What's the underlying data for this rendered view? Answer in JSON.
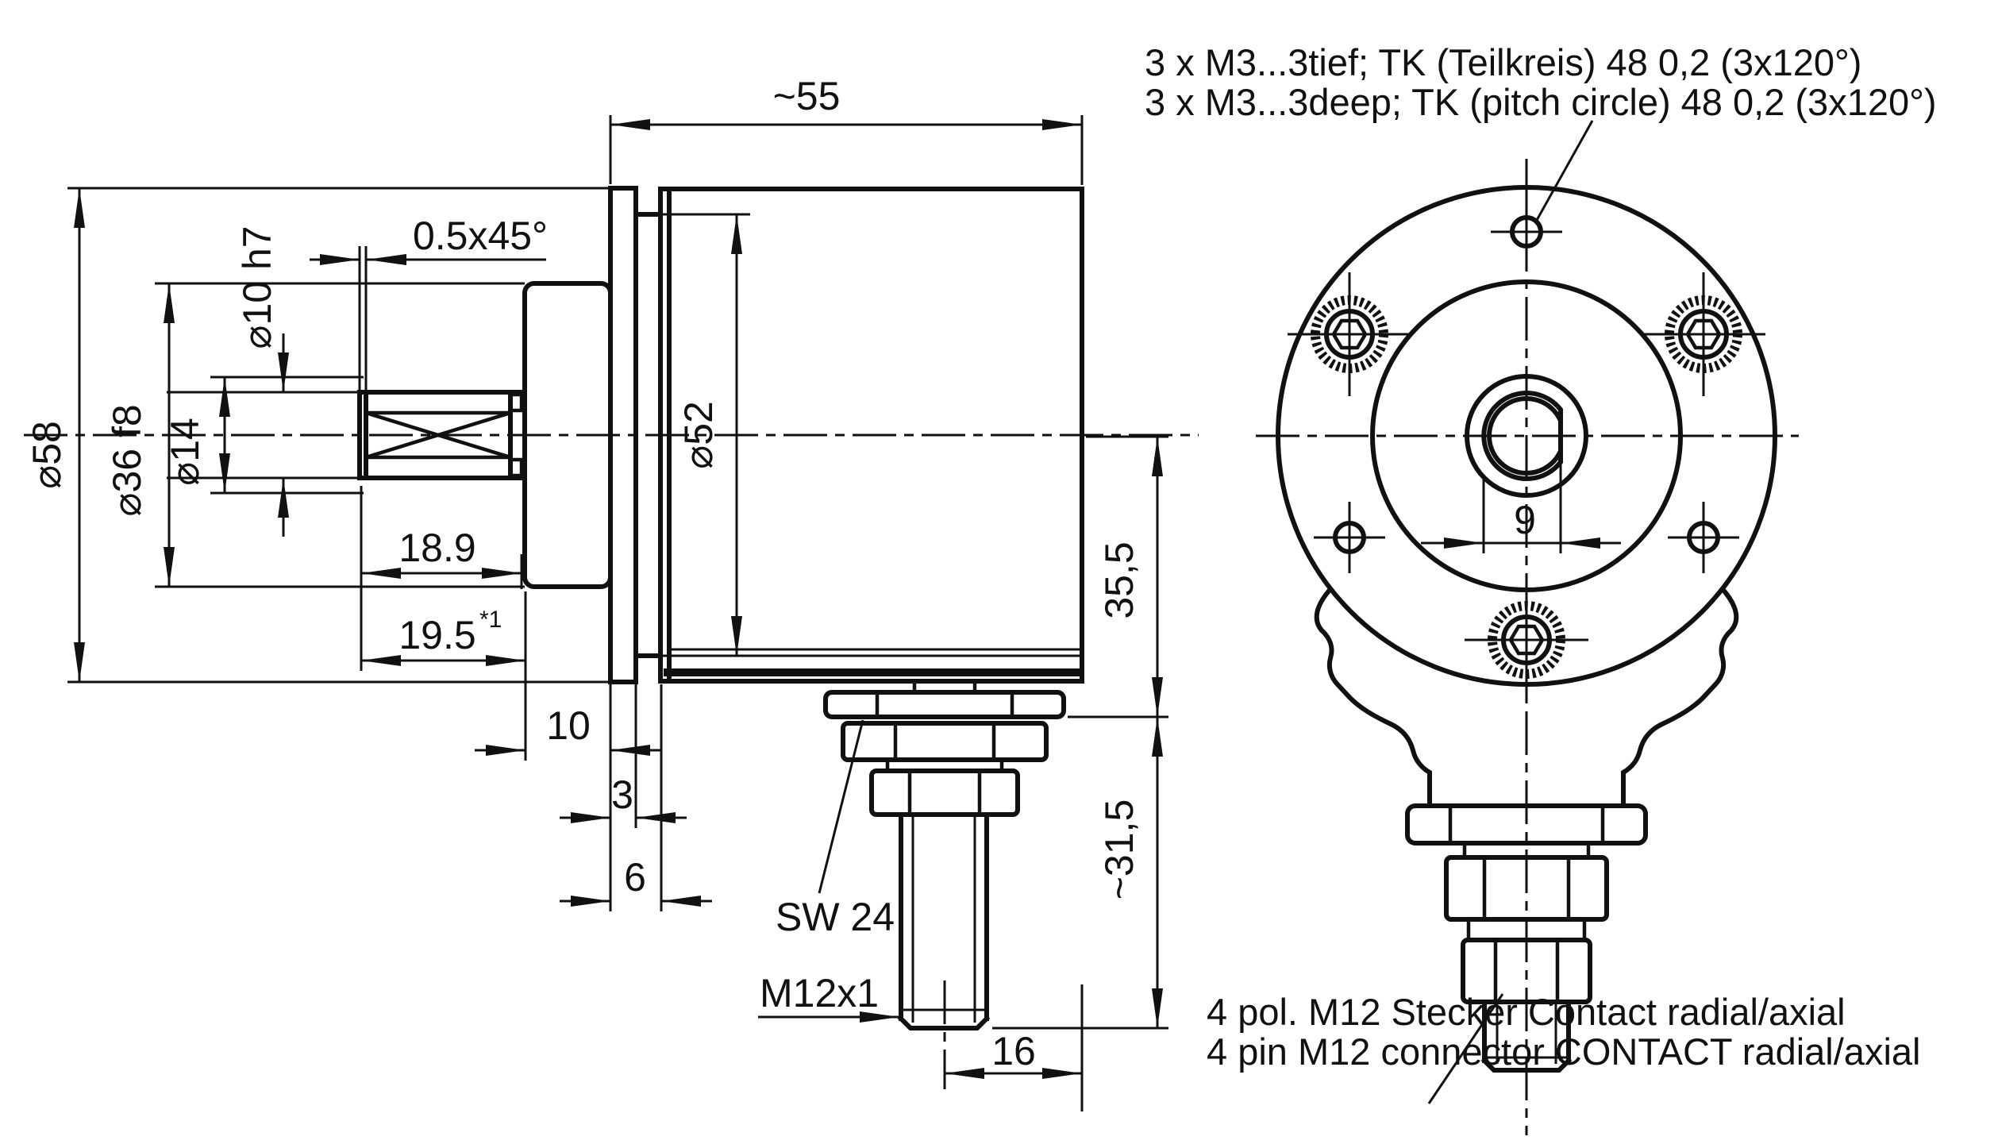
{
  "page": {
    "background": "#ffffff",
    "ink": "#111111"
  },
  "notes": {
    "mounting_line_de": "3 x M3...3tief; TK (Teilkreis) 48 0,2 (3x120°)",
    "mounting_line_en": "3 x M3...3deep; TK (pitch circle) 48 0,2 (3x120°)",
    "connector_line_de": "4 pol. M12 Stecker Contact radial/axial",
    "connector_line_en": "4 pin M12 connector CONTACT radial/axial"
  },
  "side_view": {
    "dim_overall_depth": "~55",
    "dim_chamfer": "0.5x45°",
    "dim_shaft_diameter": "⌀10 h7",
    "dim_clamp_diameter": "⌀14",
    "dim_collar_diameter": "⌀36 f8",
    "dim_flange_diameter": "⌀58",
    "dim_spigot_diameter": "⌀52",
    "dim_clamp_length": "18.9",
    "dim_shaft_length": "19.5",
    "dim_shaft_length_sup": "*1",
    "dim_collar_to_flange": "10",
    "dim_flange_thickness": "3",
    "dim_flange_to_body": "6",
    "dim_axis_to_mount_face": "35,5",
    "dim_connector_length": "~31,5",
    "dim_center_to_back": "16",
    "label_wrench": "SW 24",
    "label_thread": "M12x1"
  },
  "front_view": {
    "dim_shaft_flat": "9"
  }
}
